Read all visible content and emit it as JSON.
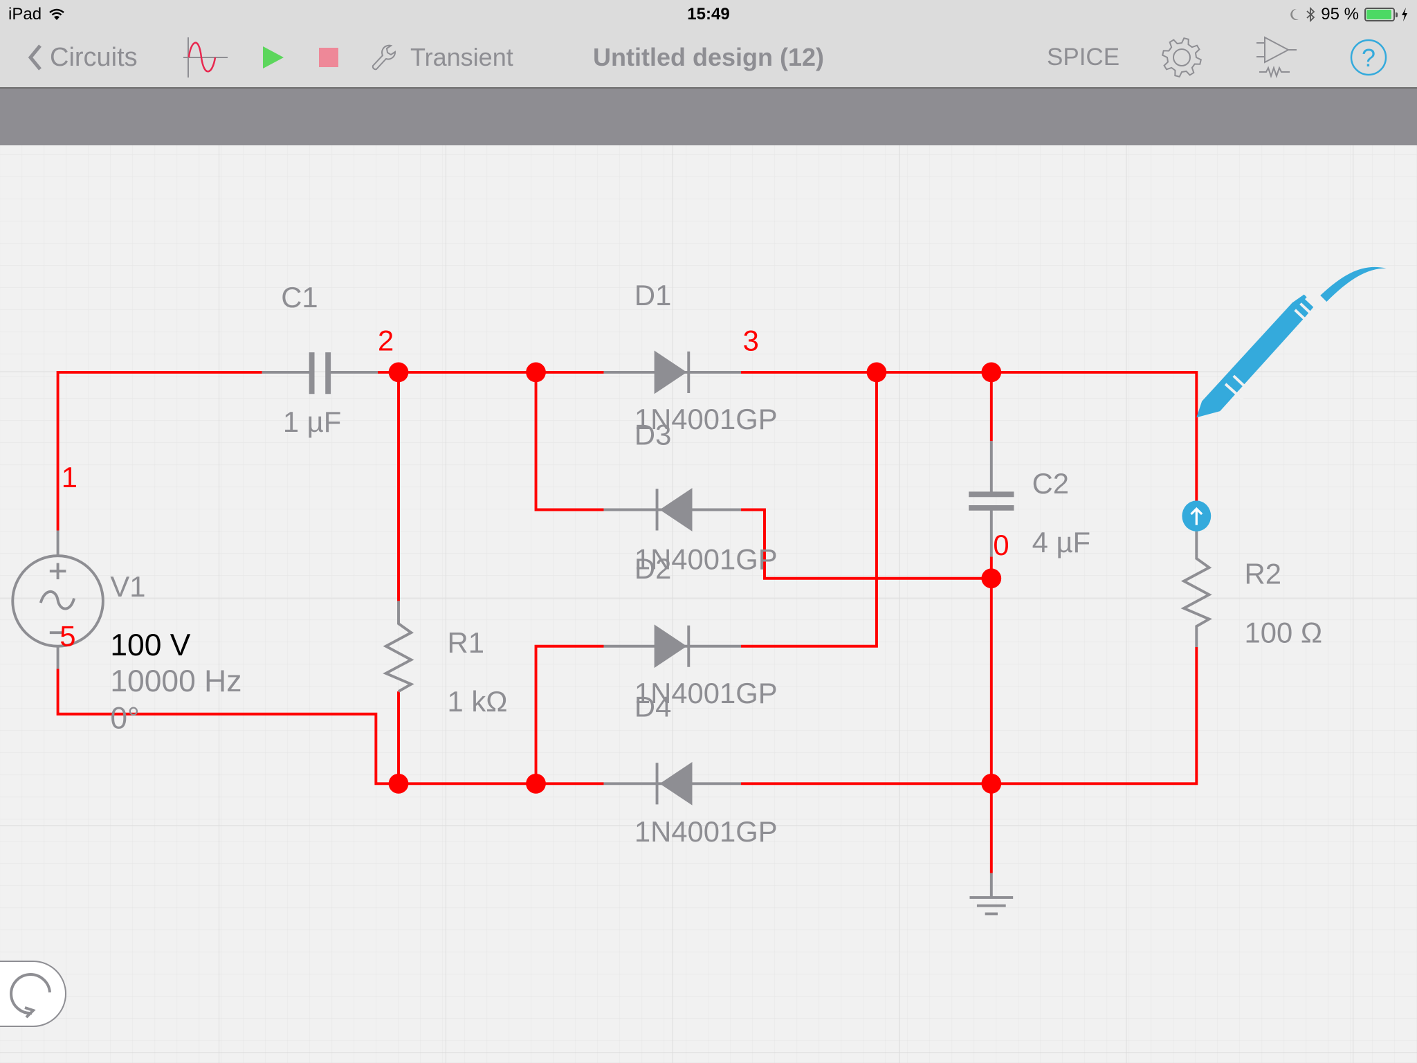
{
  "status_bar": {
    "device": "iPad",
    "time": "15:49",
    "battery_percent": "95 %",
    "battery_level": 0.95,
    "icons": [
      "wifi-icon",
      "moon-icon",
      "bluetooth-icon",
      "battery-icon",
      "charging-icon"
    ]
  },
  "toolbar": {
    "back_label": "Circuits",
    "analysis_label": "Transient",
    "title": "Untitled design (12)",
    "spice_label": "SPICE",
    "icons": [
      "chevron-left-icon",
      "waveform-icon",
      "play-icon",
      "stop-icon",
      "wrench-icon",
      "gear-icon",
      "component-library-icon",
      "help-icon"
    ]
  },
  "colors": {
    "wire": "#ff0000",
    "component": "#8e8e93",
    "probe": "#34aadc",
    "play": "#5cd65c",
    "stop": "#ee8898",
    "help": "#34aadc"
  },
  "schematic": {
    "nodes": {
      "n1": "1",
      "n2": "2",
      "n3": "3",
      "n0": "0",
      "n5": "5"
    },
    "components": {
      "V1": {
        "name": "V1",
        "amplitude": "100 V",
        "frequency": "10000 Hz",
        "phase": "0°"
      },
      "C1": {
        "name": "C1",
        "value": "1 µF"
      },
      "R1": {
        "name": "R1",
        "value": "1 kΩ"
      },
      "D1": {
        "name": "D1",
        "model": "1N4001GP"
      },
      "D3": {
        "name": "D3",
        "model": "1N4001GP"
      },
      "D2": {
        "name": "D2",
        "model": "1N4001GP"
      },
      "D4": {
        "name": "D4",
        "model": "1N4001GP"
      },
      "C2": {
        "name": "C2",
        "value": "4 µF"
      },
      "R2": {
        "name": "R2",
        "value": "100 Ω"
      }
    },
    "probe": "current-probe"
  },
  "reset_button": "reset-view"
}
